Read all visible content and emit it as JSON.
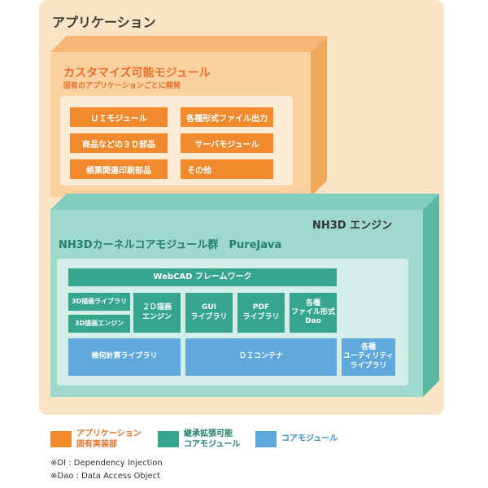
{
  "app": {
    "title": "アプリケーション"
  },
  "custom": {
    "title": "カスタマイズ可能モジュール",
    "subtitle": "固有のアプリケーションごとに開発",
    "modules": [
      "ＵＩモジュール",
      "各種形式ファイル出力",
      "商品などの３Ｄ部品",
      "サーバモジュール",
      "帳票関連印刷部品",
      "その他"
    ]
  },
  "engine": {
    "label": "NH3D エンジン",
    "title": "NH3Dカーネルコアモジュール群　PureJava",
    "webcad": "WebCAD フレームワーク",
    "lib3d": "3D描画ライブラリ",
    "engine3d": "3D描画エンジン",
    "engine2d": "２Ｄ描画\nエンジン",
    "gui": "GUI\nライブラリ",
    "pdf": "PDF\nライブラリ",
    "fileformat": "各種\nファイル形式\nDao",
    "geometry": "幾何計算ライブラリ",
    "di": "ＤＩコンテナ",
    "utility": "各種\nユーティリティ\nライブラリ"
  },
  "legend": [
    {
      "label": "アプリケーション\n固有実装部",
      "color": "#f08a2c"
    },
    {
      "label": "継承拡張可能\nコアモジュール",
      "color": "#35a58d"
    },
    {
      "label": "コアモジュール",
      "color": "#5ea8dc"
    }
  ],
  "notes": [
    "※DI : Dependency Injection",
    "※Dao : Data Access Object"
  ]
}
